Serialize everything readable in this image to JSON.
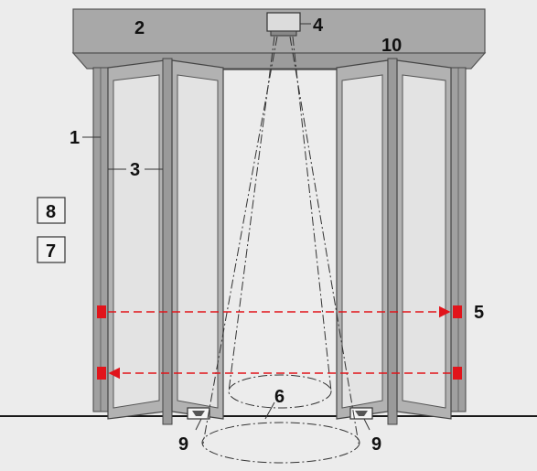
{
  "labels": {
    "frame": "1",
    "header": "2",
    "panel": "3",
    "motion_sensor": "4",
    "light_barrier": "5",
    "detection_zone": "6",
    "box_upper": "8",
    "box_lower": "7",
    "floor_sensor_left": "9",
    "floor_sensor_right": "9",
    "door_top": "10"
  },
  "colors": {
    "background": "#ececec",
    "header": "#a6a6a6",
    "frame": "#9a9a9a",
    "glass": "#e2e2e2",
    "barrier": "#e1141b",
    "floor": "#1a1a1a"
  },
  "icons": {
    "motion_sensor": "ceiling-radar-sensor-icon",
    "light_barrier": "photo-eye-sensor-icon",
    "floor_sensor": "floor-sensor-icon"
  }
}
